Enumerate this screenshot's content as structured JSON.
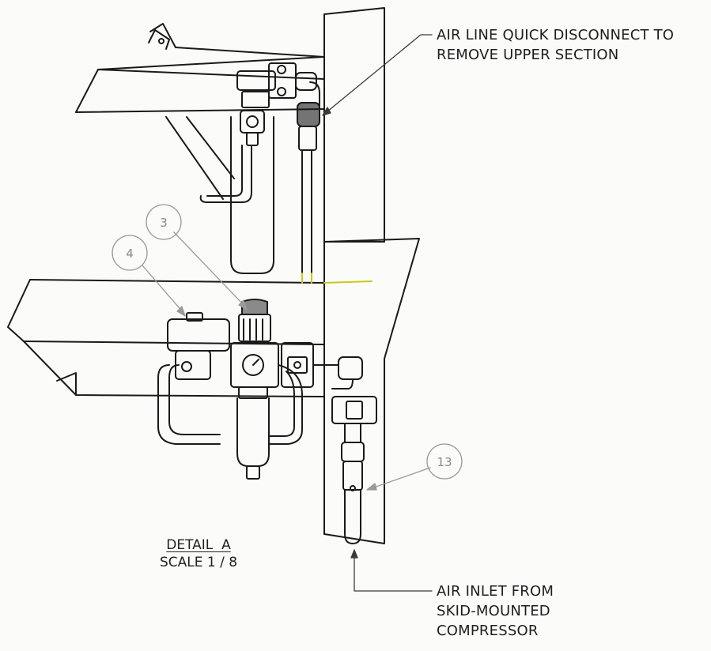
{
  "callouts": {
    "quick_disconnect": {
      "line1": "AIR LINE QUICK DISCONNECT TO",
      "line2": "REMOVE UPPER SECTION"
    },
    "air_inlet": {
      "line1": "AIR INLET FROM",
      "line2": "SKID-MOUNTED",
      "line3": "COMPRESSOR"
    }
  },
  "balloons": {
    "item_3": "3",
    "item_4": "4",
    "item_13": "13"
  },
  "detail": {
    "title": "DETAIL  A",
    "scale": "SCALE 1 / 8"
  },
  "colors": {
    "line": "#1a1a1a",
    "balloon": "#9a9a9a",
    "highlight": "#c8c820"
  }
}
